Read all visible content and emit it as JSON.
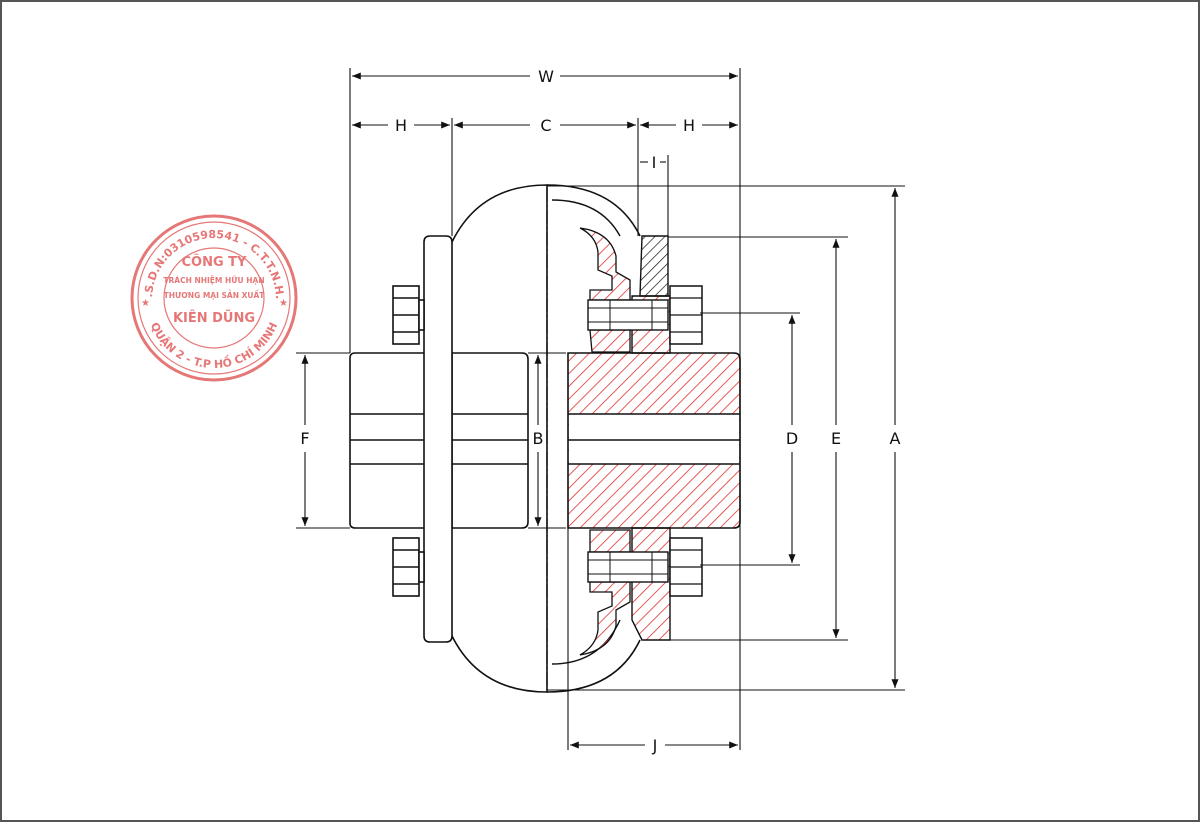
{
  "drawing": {
    "title": "",
    "colors": {
      "line": "#111111",
      "hatch_red": "#e03030",
      "stamp": "#e26060",
      "border": "#555555"
    }
  },
  "dimensions": {
    "W": "W",
    "H_left": "H",
    "C": "C",
    "H_right": "H",
    "I": "I",
    "F": "F",
    "B": "B",
    "D": "D",
    "E": "E",
    "A": "A",
    "J": "J"
  },
  "stamp": {
    "ring_text": "M.S.D.N:0310598541 - C.T.T.N.H.H",
    "ring_bottom": "QUẬN 2 - T.P HỒ CHÍ MINH",
    "line1": "CÔNG TY",
    "line2": "TRÁCH NHIỆM HỮU HẠN",
    "line3": "THƯƠNG MẠI SẢN XUẤT",
    "line4": "KIÊN DŨNG"
  }
}
